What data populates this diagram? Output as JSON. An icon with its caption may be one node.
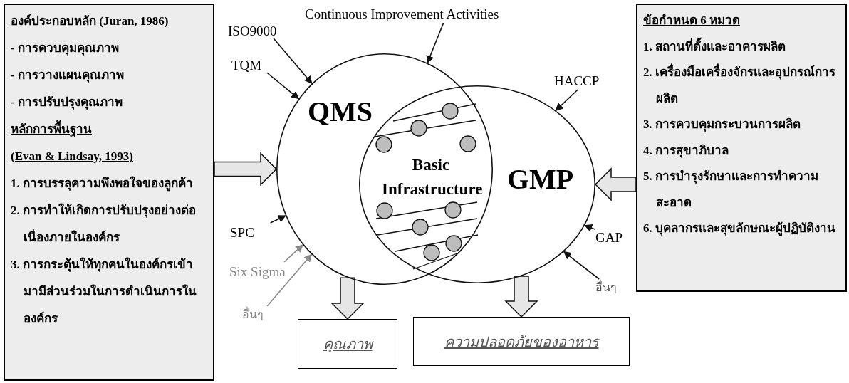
{
  "diagram": {
    "nodes": [
      {
        "text": [
          "องค์ประกอบหลัก (Juran, 1986)",
          "- การควบคุมคุณภาพ",
          "- การวางแผนคุณภาพ",
          "- การปรับปรุงคุณภาพ",
          "หลักการพื้นฐาน",
          "(Evan & Lindsay, 1993)",
          "1. การบรรลุความพึงพอใจของลูกค้า",
          "2. การทำให้เกิดการปรับปรุงอย่างต่อเนื่องภายในองค์กร",
          "3. การกระตุ้นให้ทุกคนในองค์กรเข้ามามีส่วนร่วมในการดำเนินการในองค์กร"
        ]
      },
      {
        "text": [
          "ข้อกำหนด 6 หมวด",
          "1. สถานที่ตั้งและอาคารผลิต",
          "2. เครื่องมือเครื่องจักรและอุปกรณ์การผลิต",
          "3. การควบคุมกระบวนการผลิต",
          "4. การสุขาภิบาล",
          "5. การบำรุงรักษาและการทำความสะอาด",
          "6. บุคลากรและสุขลักษณะผู้ปฏิบัติงาน"
        ]
      },
      {
        "text": [
          "QMS"
        ]
      },
      {
        "text": [
          "GMP"
        ]
      },
      {
        "text": [
          "Basic Infrastructure"
        ]
      },
      {
        "text": [
          "Continuous Improvement Activities"
        ]
      },
      {
        "text": [
          "ISO9000"
        ]
      },
      {
        "text": [
          "TQM"
        ]
      },
      {
        "text": [
          "SPC"
        ]
      },
      {
        "text": [
          "Six Sigma"
        ]
      },
      {
        "text": [
          "อื่นๆ"
        ]
      },
      {
        "text": [
          "HACCP"
        ]
      },
      {
        "text": [
          "GAP"
        ]
      },
      {
        "text": [
          "อื่นๆ"
        ]
      },
      {
        "text": [
          "คุณภาพ"
        ]
      },
      {
        "text": [
          "ความปลอดภัยของอาหาร"
        ]
      }
    ],
    "edges": [
      {
        "from": 0,
        "to": 2,
        "arrow": "to",
        "style": "thick"
      },
      {
        "from": 1,
        "to": 3,
        "arrow": "to",
        "style": "thick"
      },
      {
        "from": 2,
        "to": 14,
        "arrow": "to",
        "style": "thick"
      },
      {
        "from": 3,
        "to": 15,
        "arrow": "to",
        "style": "thick"
      },
      {
        "from": 5,
        "to": 2,
        "arrow": "to"
      },
      {
        "from": 6,
        "to": 2,
        "arrow": "to"
      },
      {
        "from": 7,
        "to": 2,
        "arrow": "to"
      },
      {
        "from": 8,
        "to": 2,
        "arrow": "to"
      },
      {
        "from": 9,
        "to": 2,
        "arrow": "to",
        "color": "#888888"
      },
      {
        "from": 10,
        "to": 2,
        "arrow": "to",
        "color": "#888888"
      },
      {
        "from": 11,
        "to": 3,
        "arrow": "to"
      },
      {
        "from": 12,
        "to": 3,
        "arrow": "to"
      },
      {
        "from": 13,
        "to": 3,
        "arrow": "to"
      }
    ]
  }
}
